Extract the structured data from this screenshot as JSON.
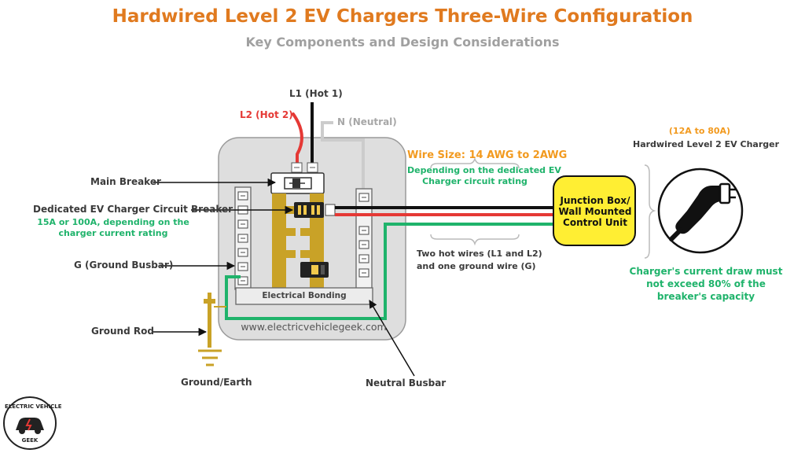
{
  "title": "Hardwired Level 2 EV Chargers Three-Wire Configuration",
  "subtitle": "Key Components and Design Considerations",
  "wires": {
    "l1": "L1 (Hot 1)",
    "l2": "L2 (Hot 2)",
    "neutral": "N (Neutral)"
  },
  "labels": {
    "main_breaker": "Main Breaker",
    "ev_breaker": "Dedicated EV Charger Circuit Breaker",
    "ev_breaker_note_1": "15A or 100A, depending on the",
    "ev_breaker_note_2": "charger current rating",
    "ground_busbar": "G (Ground Busbar)",
    "ground_rod": "Ground Rod",
    "ground_earth": "Ground/Earth",
    "neutral_busbar": "Neutral Busbar",
    "electrical_bonding": "Electrical Bonding",
    "website": "www.electricvehiclegeek.com"
  },
  "wire_size": {
    "title": "Wire Size: 14 AWG to 2AWG",
    "note_1": "Depending on the dedicated EV",
    "note_2": "Charger circuit rating"
  },
  "wire_bundle": {
    "line_1": "Two hot wires (L1 and L2)",
    "line_2": "and one ground wire (G)"
  },
  "junction_box": {
    "label": "Junction Box/ Wall Mounted Control Unit"
  },
  "charger": {
    "range": "(12A to 80A)",
    "name": "Hardwired Level 2 EV Charger",
    "note_1": "Charger's current draw must",
    "note_2": "not exceed 80% of the",
    "note_3": "breaker's capacity"
  },
  "logo": {
    "top_text": "ELECTRIC VEHICLE",
    "bottom_text": "GEEK"
  },
  "colors": {
    "title": "#e07a1f",
    "subtitle": "#a0a0a0",
    "hot1": "#111111",
    "hot2": "#e53935",
    "neutral": "#c8c8c8",
    "ground": "#1fb36b",
    "busbar": "#c9a227",
    "panel": "#dedede",
    "junction_box": "#ffee33",
    "wire_size": "#f29a1f"
  },
  "icons": {
    "charger": "ev-plug-icon",
    "breaker": "breaker-icon",
    "ground": "earth-ground-icon",
    "logo": "car-logo-icon"
  }
}
